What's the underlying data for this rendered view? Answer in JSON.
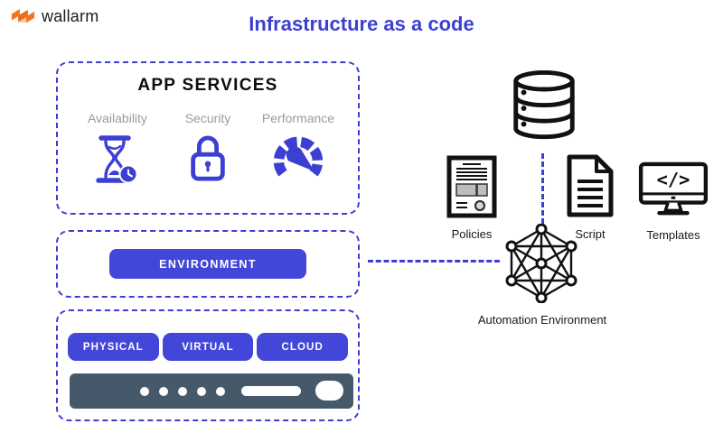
{
  "colors": {
    "accent": "#3c3fd2",
    "button": "#4347d9",
    "server": "#46596a",
    "muted": "#9b9b9b",
    "logo_orange": "#f4731f",
    "ink": "#141414"
  },
  "header": {
    "logo_text": "wallarm",
    "title": "Infrastructure as a code"
  },
  "app_services": {
    "title": "APP SERVICES",
    "items": [
      {
        "label": "Availability",
        "icon": "hourglass-clock-icon"
      },
      {
        "label": "Security",
        "icon": "padlock-icon"
      },
      {
        "label": "Performance",
        "icon": "gauge-icon"
      }
    ]
  },
  "environment": {
    "button_label": "ENVIRONMENT"
  },
  "infrastructure": {
    "buttons": [
      {
        "label": "PHYSICAL"
      },
      {
        "label": "VIRTUAL"
      },
      {
        "label": "CLOUD"
      }
    ]
  },
  "automation": {
    "database_icon": "database-icon",
    "artifacts": [
      {
        "label": "Policies",
        "icon": "policy-document-icon"
      },
      {
        "label": "Script",
        "icon": "script-document-icon"
      },
      {
        "label": "Templates",
        "icon": "code-monitor-icon"
      }
    ],
    "code_glyph": "</>",
    "network_label": "Automation Environment"
  }
}
